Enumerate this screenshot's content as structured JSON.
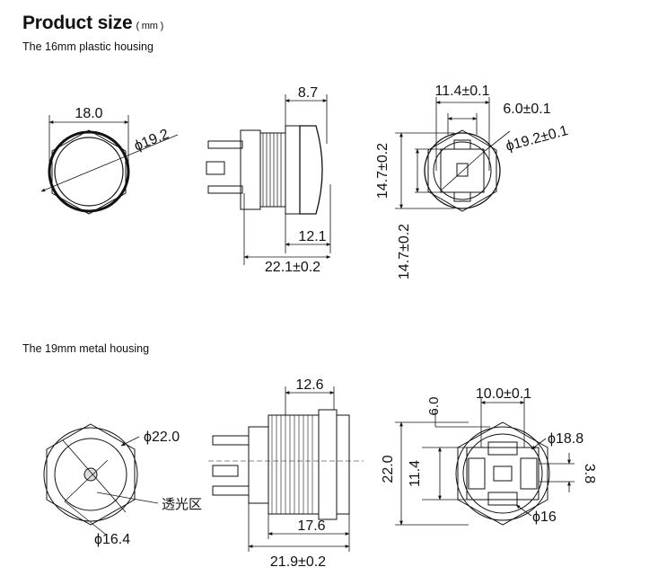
{
  "header": {
    "title": "Product size",
    "unit": "( mm )"
  },
  "section1": {
    "subtitle": "The 16mm plastic housing",
    "front": {
      "width": "18.0",
      "diameter": "ϕ19.2"
    },
    "side": {
      "top": "8.7",
      "inner": "12.1",
      "total": "22.1±0.2"
    },
    "back": {
      "width": "11.4±0.1",
      "inner": "6.0±0.1",
      "diameter": "ϕ19.2±0.1",
      "height1": "14.7±0.2",
      "height2": "14.7±0.2"
    }
  },
  "section2": {
    "subtitle": "The 19mm metal housing",
    "front": {
      "outer": "ϕ22.0",
      "inner": "ϕ16.4",
      "zone": "透光区"
    },
    "side": {
      "top": "12.6",
      "inner": "17.6",
      "total": "21.9±0.2"
    },
    "back": {
      "width": "10.0±0.1",
      "top_small": "6.0",
      "diameter": "ϕ18.8",
      "height": "22.0",
      "height2": "11.4",
      "side_small": "3.8",
      "small_diameter": "ϕ16"
    }
  }
}
